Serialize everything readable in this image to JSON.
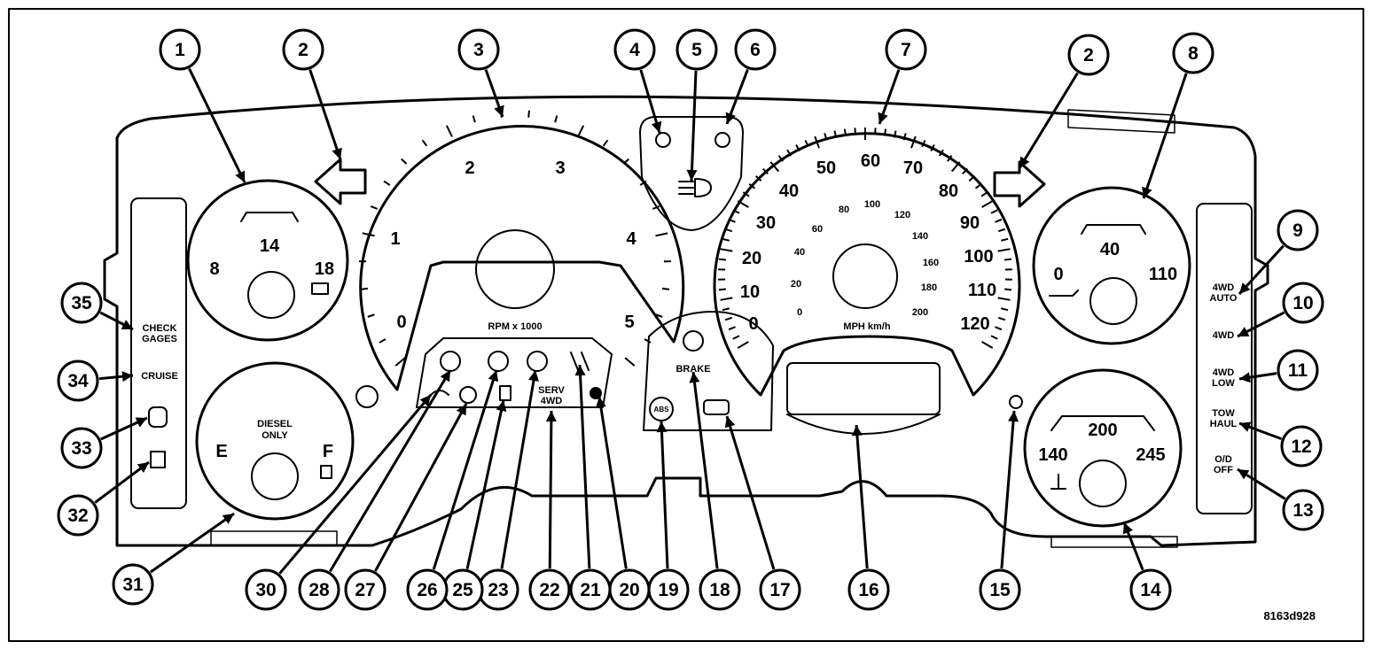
{
  "figure_id": "8163d928",
  "callouts": {
    "c1": "1",
    "c2a": "2",
    "c2b": "2",
    "c3": "3",
    "c4": "4",
    "c5": "5",
    "c6": "6",
    "c7": "7",
    "c8": "8",
    "c9": "9",
    "c10": "10",
    "c11": "11",
    "c12": "12",
    "c13": "13",
    "c14": "14",
    "c15": "15",
    "c16": "16",
    "c17": "17",
    "c18": "18",
    "c19": "19",
    "c20": "20",
    "c21": "21",
    "c22": "22",
    "c23": "23",
    "c25": "25",
    "c26": "26",
    "c27": "27",
    "c28": "28",
    "c30": "30",
    "c31": "31",
    "c32": "32",
    "c33": "33",
    "c34": "34",
    "c35": "35"
  },
  "voltmeter": {
    "min": "8",
    "mid": "14",
    "max": "18"
  },
  "fuel_gauge": {
    "empty": "E",
    "full": "F",
    "label_line1": "DIESEL",
    "label_line2": "ONLY"
  },
  "tachometer": {
    "ticks": [
      "0",
      "1",
      "2",
      "3",
      "4",
      "5"
    ],
    "label": "RPM x 1000"
  },
  "speedometer": {
    "mph": [
      "0",
      "10",
      "20",
      "30",
      "40",
      "50",
      "60",
      "70",
      "80",
      "90",
      "100",
      "110",
      "120"
    ],
    "kmh": [
      "0",
      "20",
      "40",
      "60",
      "80",
      "100",
      "120",
      "140",
      "160",
      "180",
      "200"
    ],
    "label": "MPH km/h"
  },
  "oil_pressure": {
    "min": "0",
    "mid": "40",
    "max": "110"
  },
  "temperature": {
    "min": "140",
    "mid": "200",
    "max": "245"
  },
  "left_indicators": {
    "check_gages_line1": "CHECK",
    "check_gages_line2": "GAGES",
    "cruise": "CRUISE"
  },
  "right_indicators": {
    "auto_line1": "4WD",
    "auto_line2": "AUTO",
    "fourwd": "4WD",
    "low_line1": "4WD",
    "low_line2": "LOW",
    "tow_line1": "TOW",
    "tow_line2": "HAUL",
    "od_line1": "O/D",
    "od_line2": "OFF"
  },
  "center_indicators": {
    "brake": "BRAKE",
    "abs": "ABS",
    "serv_line1": "SERV",
    "serv_line2": "4WD"
  }
}
